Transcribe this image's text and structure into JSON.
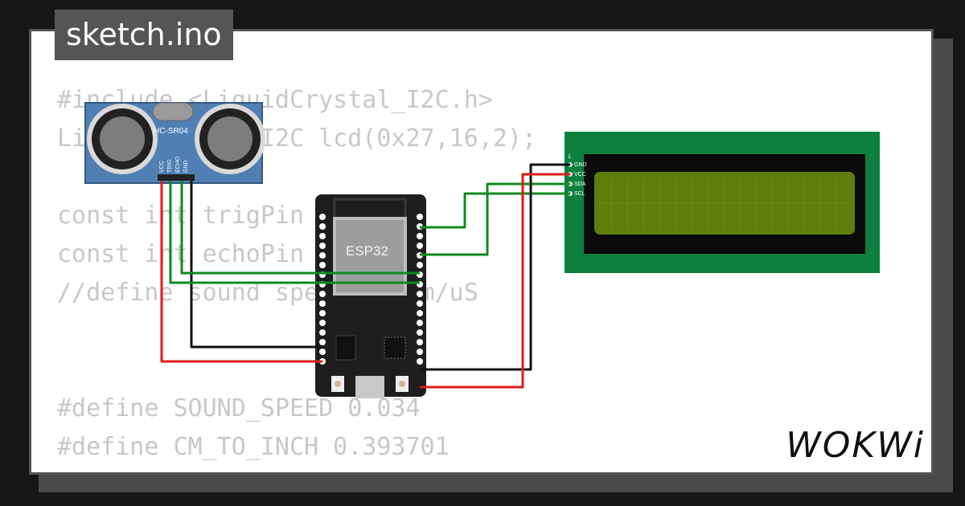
{
  "tab": {
    "label": "sketch.ino"
  },
  "code_lines": [
    "#include <LiquidCrystal_I2C.h>",
    "LiquidCrystal_I2C lcd(0x27,16,2);",
    "",
    "const int trigPin = 5;",
    "const int echoPin = 18;",
    "//define sound speed in cm/uS",
    "",
    "",
    "#define SOUND_SPEED 0.034",
    "#define CM_TO_INCH 0.393701"
  ],
  "components": {
    "sensor": {
      "label": "HC-SR04",
      "pins": [
        "VCC",
        "TRIG",
        "ECHO",
        "GND"
      ]
    },
    "mcu": {
      "label": "ESP32"
    },
    "lcd": {
      "pins": [
        "GND",
        "VCC",
        "SDA",
        "SCL"
      ],
      "pin1_marker": "1"
    }
  },
  "brand": {
    "name": "WOKWi"
  },
  "colors": {
    "wire_red": "#e01b1b",
    "wire_green": "#0f8a1f",
    "wire_black": "#111111",
    "lcd_board": "#0d8040",
    "lcd_screen": "#5f7d0a"
  }
}
